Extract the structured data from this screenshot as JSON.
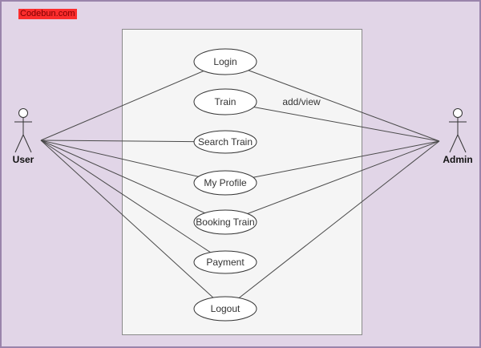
{
  "watermark": {
    "text": "Codebun.com",
    "bg_color": "#fc2d2d",
    "text_color": "#7e0000"
  },
  "diagram": {
    "type": "uml-use-case-diagram",
    "actors": [
      {
        "name": "User"
      },
      {
        "name": "Admin"
      }
    ],
    "usecases": [
      {
        "label": "Login"
      },
      {
        "label": "Train"
      },
      {
        "label": "Search Train"
      },
      {
        "label": "My Profile"
      },
      {
        "label": "Booking Train"
      },
      {
        "label": "Payment"
      },
      {
        "label": "Logout"
      }
    ],
    "edge_annotation": "add/view",
    "connections": {
      "User": [
        "Login",
        "Search Train",
        "My Profile",
        "Booking Train",
        "Payment",
        "Logout"
      ],
      "Admin": [
        "Login",
        "Train",
        "My Profile",
        "Booking Train",
        "Logout"
      ]
    },
    "colors": {
      "canvas_background": "#e1d5e7",
      "canvas_border": "#9a84ab",
      "system_boundary_fill": "#f5f5f5",
      "system_boundary_stroke": "#8a8a8a",
      "ellipse_fill": "#ffffff",
      "ellipse_stroke": "#333333",
      "edge_stroke": "#4a4a4a"
    }
  }
}
